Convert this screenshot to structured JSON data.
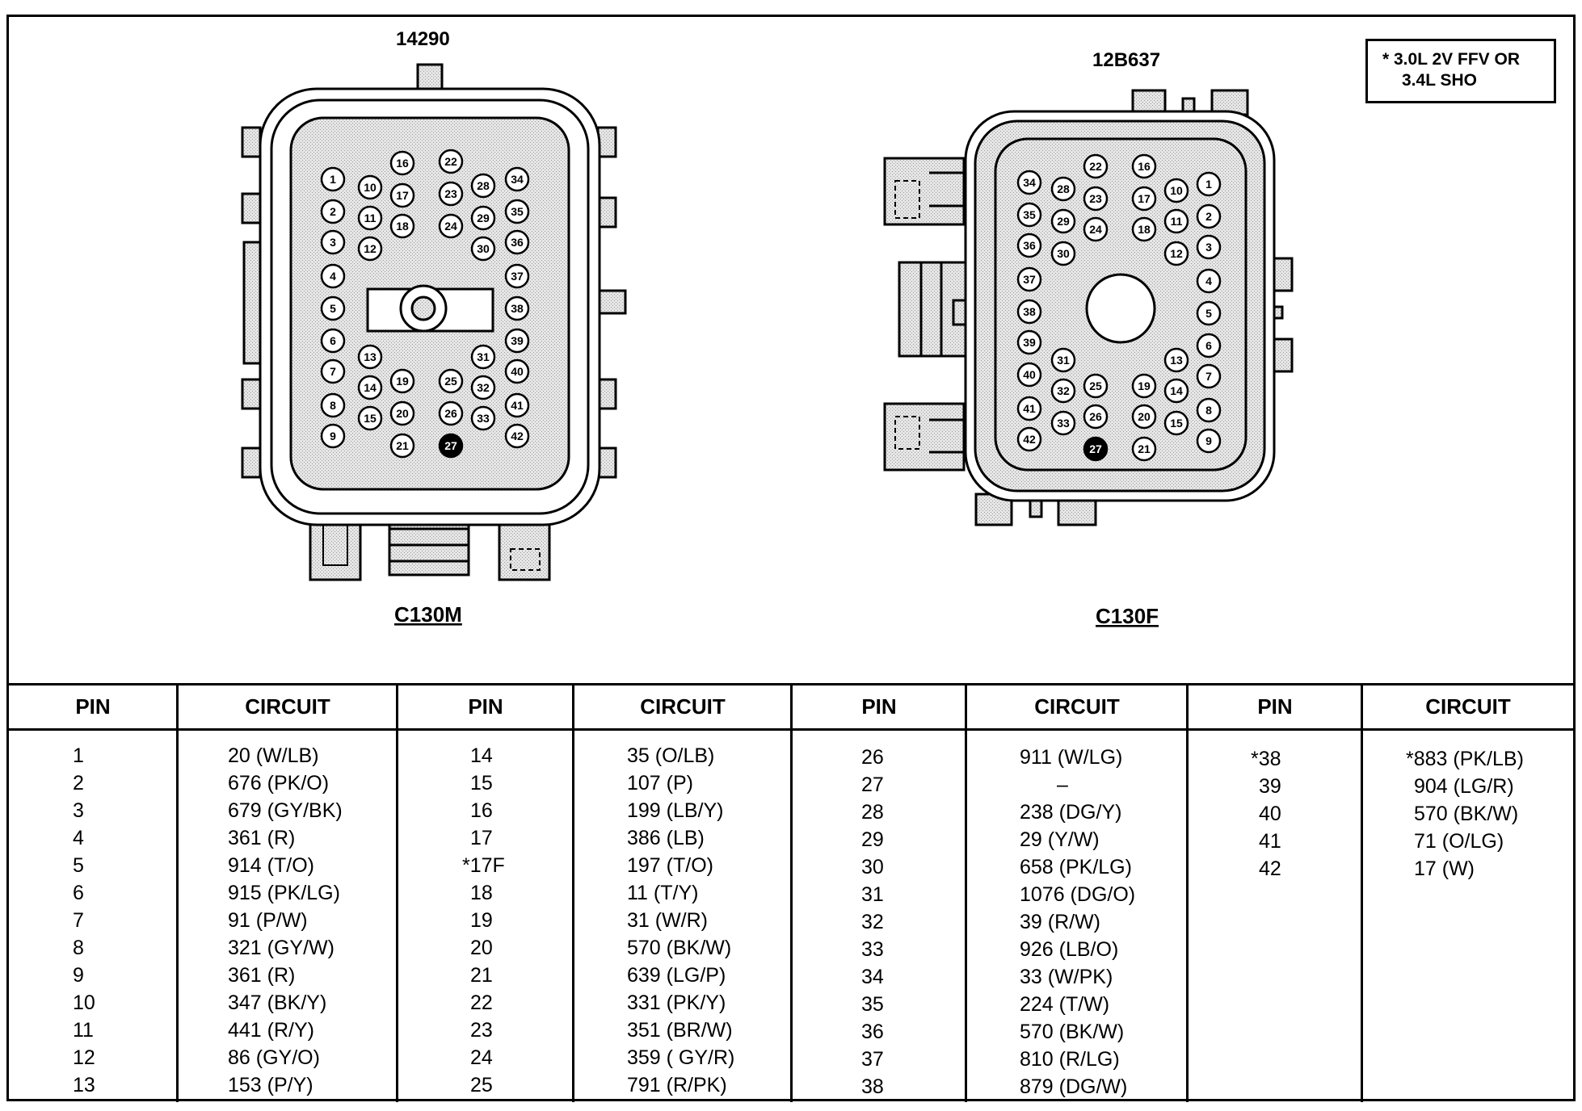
{
  "note": {
    "line1": "*  3.0L 2V FFV OR",
    "line2": "3.4L SHO"
  },
  "connector_m": {
    "part_number": "14290",
    "name": "C130M"
  },
  "connector_f": {
    "part_number": "12B637",
    "name": "C130F"
  },
  "table": {
    "headers": [
      "PIN",
      "CIRCUIT",
      "PIN",
      "CIRCUIT",
      "PIN",
      "CIRCUIT",
      "PIN",
      "CIRCUIT"
    ],
    "groups": [
      {
        "rows": [
          [
            "1",
            "20 (W/LB)"
          ],
          [
            "2",
            "676 (PK/O)"
          ],
          [
            "3",
            "679 (GY/BK)"
          ],
          [
            "4",
            "361 (R)"
          ],
          [
            "5",
            "914 (T/O)"
          ],
          [
            "6",
            "915 (PK/LG)"
          ],
          [
            "7",
            "91 (P/W)"
          ],
          [
            "8",
            "321 (GY/W)"
          ],
          [
            "9",
            "361 (R)"
          ],
          [
            "10",
            "347 (BK/Y)"
          ],
          [
            "11",
            "441 (R/Y)"
          ],
          [
            "12",
            "86 (GY/O)"
          ],
          [
            "13",
            "153 (P/Y)"
          ]
        ]
      },
      {
        "rows": [
          [
            "14",
            "35 (O/LB)"
          ],
          [
            "15",
            "107 (P)"
          ],
          [
            "16",
            "199 (LB/Y)"
          ],
          [
            "17",
            "386 (LB)"
          ],
          [
            "*17F",
            "197 (T/O)"
          ],
          [
            "18",
            "11 (T/Y)"
          ],
          [
            "19",
            "31 (W/R)"
          ],
          [
            "20",
            "570 (BK/W)"
          ],
          [
            "21",
            "639 (LG/P)"
          ],
          [
            "22",
            "331 (PK/Y)"
          ],
          [
            "23",
            "351 (BR/W)"
          ],
          [
            "24",
            "359 ( GY/R)"
          ],
          [
            "25",
            "791 (R/PK)"
          ]
        ]
      },
      {
        "rows": [
          [
            "26",
            "911 (W/LG)"
          ],
          [
            "27",
            "–"
          ],
          [
            "28",
            "238 (DG/Y)"
          ],
          [
            "29",
            "29 (Y/W)"
          ],
          [
            "30",
            "658 (PK/LG)"
          ],
          [
            "31",
            "1076 (DG/O)"
          ],
          [
            "32",
            "39 (R/W)"
          ],
          [
            "33",
            "926 (LB/O)"
          ],
          [
            "34",
            "33 (W/PK)"
          ],
          [
            "35",
            "224 (T/W)"
          ],
          [
            "36",
            "570 (BK/W)"
          ],
          [
            "37",
            "810 (R/LG)"
          ],
          [
            "38",
            "879 (DG/W)"
          ]
        ]
      },
      {
        "rows": [
          [
            "*38",
            "*883 (PK/LB)"
          ],
          [
            "39",
            "904 (LG/R)"
          ],
          [
            "40",
            "570 (BK/W)"
          ],
          [
            "41",
            "71 (O/LG)"
          ],
          [
            "42",
            "17 (W)"
          ]
        ]
      }
    ]
  }
}
